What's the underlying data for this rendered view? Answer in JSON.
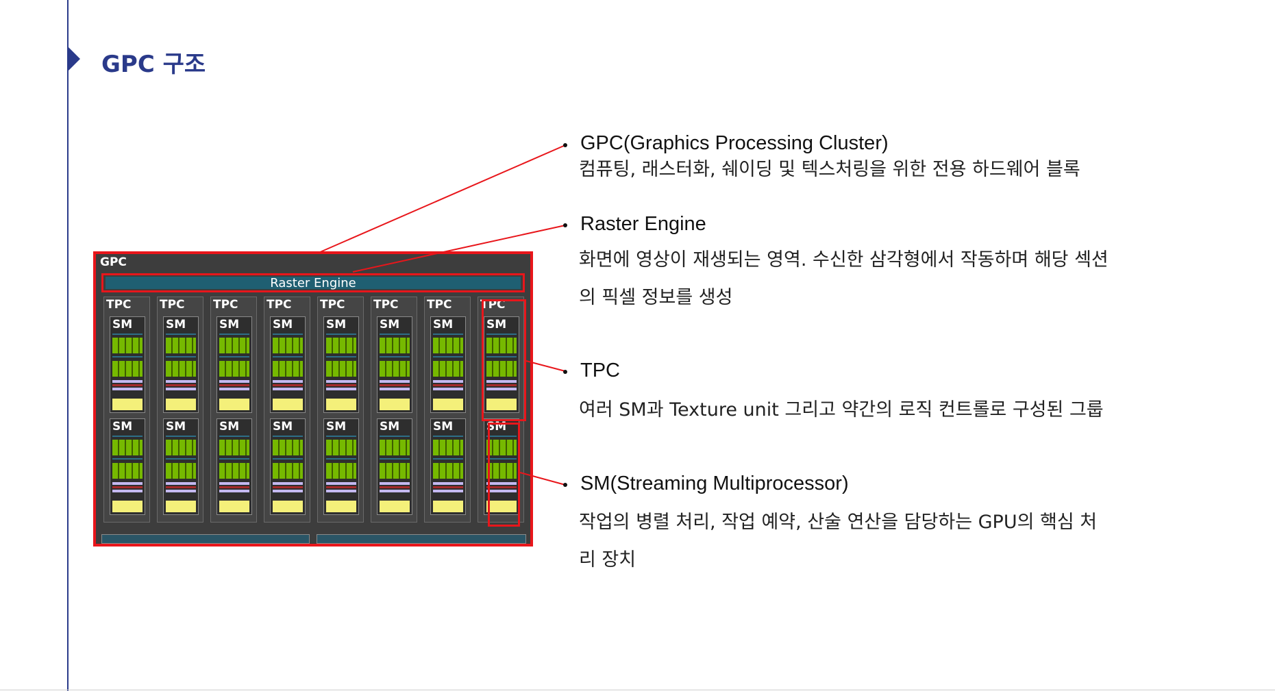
{
  "page": {
    "title": "GPC 구조"
  },
  "diagram": {
    "gpc_label": "GPC",
    "raster_label": "Raster Engine",
    "tpc_label": "TPC",
    "sm_label": "SM",
    "tpc_count": 8,
    "sms_per_tpc": 2,
    "colors": {
      "highlight": "#e8161b",
      "background": "#3d3d3d",
      "raster": "#1f5f72",
      "cores": "#76b900",
      "cache": "#f4f07a"
    }
  },
  "descriptions": [
    {
      "title": "GPC(Graphics Processing Cluster)",
      "text": "컴퓨팅, 래스터화, 쉐이딩 및 텍스처링을 위한 전용 하드웨어 블록"
    },
    {
      "title": "Raster Engine",
      "text": "화면에 영상이 재생되는 영역. 수신한 삼각형에서 작동하며 해당 섹션의 픽셀 정보를 생성"
    },
    {
      "title": "TPC",
      "text": "여러 SM과 Texture unit 그리고 약간의 로직 컨트롤로 구성된 그룹"
    },
    {
      "title": "SM(Streaming Multiprocessor)",
      "text": "작업의 병렬 처리, 작업 예약, 산술 연산을 담당하는 GPU의 핵심 처리 장치"
    }
  ]
}
